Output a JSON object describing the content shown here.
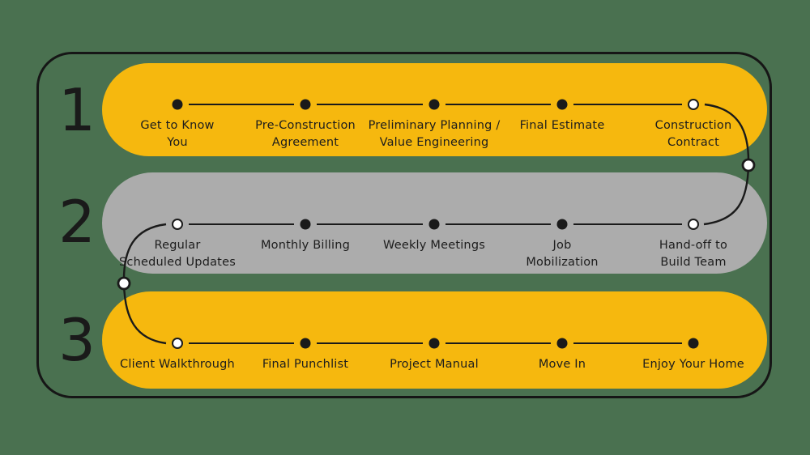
{
  "colors": {
    "background": "#4A7150",
    "phase_yellow": "#F6B80E",
    "phase_gray": "#ACACAC",
    "ink": "#1A1A1A",
    "open_marker_fill": "#FFFFFF"
  },
  "phases": [
    {
      "number": "1",
      "band_color": "#F6B80E",
      "steps": [
        {
          "label": "Get to Know\nYou",
          "marker": "filled"
        },
        {
          "label": "Pre-Construction\nAgreement",
          "marker": "filled"
        },
        {
          "label": "Preliminary Planning /\nValue Engineering",
          "marker": "filled"
        },
        {
          "label": "Final Estimate",
          "marker": "filled"
        },
        {
          "label": "Construction\nContract",
          "marker": "open"
        }
      ]
    },
    {
      "number": "2",
      "band_color": "#ACACAC",
      "steps": [
        {
          "label": "Regular\nScheduled Updates",
          "marker": "open"
        },
        {
          "label": "Monthly Billing",
          "marker": "filled"
        },
        {
          "label": "Weekly Meetings",
          "marker": "filled"
        },
        {
          "label": "Job\nMobilization",
          "marker": "filled"
        },
        {
          "label": "Hand-off to\nBuild Team",
          "marker": "open"
        }
      ]
    },
    {
      "number": "3",
      "band_color": "#F6B80E",
      "steps": [
        {
          "label": "Client Walkthrough",
          "marker": "open"
        },
        {
          "label": "Final Punchlist",
          "marker": "filled"
        },
        {
          "label": "Project Manual",
          "marker": "filled"
        },
        {
          "label": "Move In",
          "marker": "filled"
        },
        {
          "label": "Enjoy Your Home",
          "marker": "filled"
        }
      ]
    }
  ]
}
